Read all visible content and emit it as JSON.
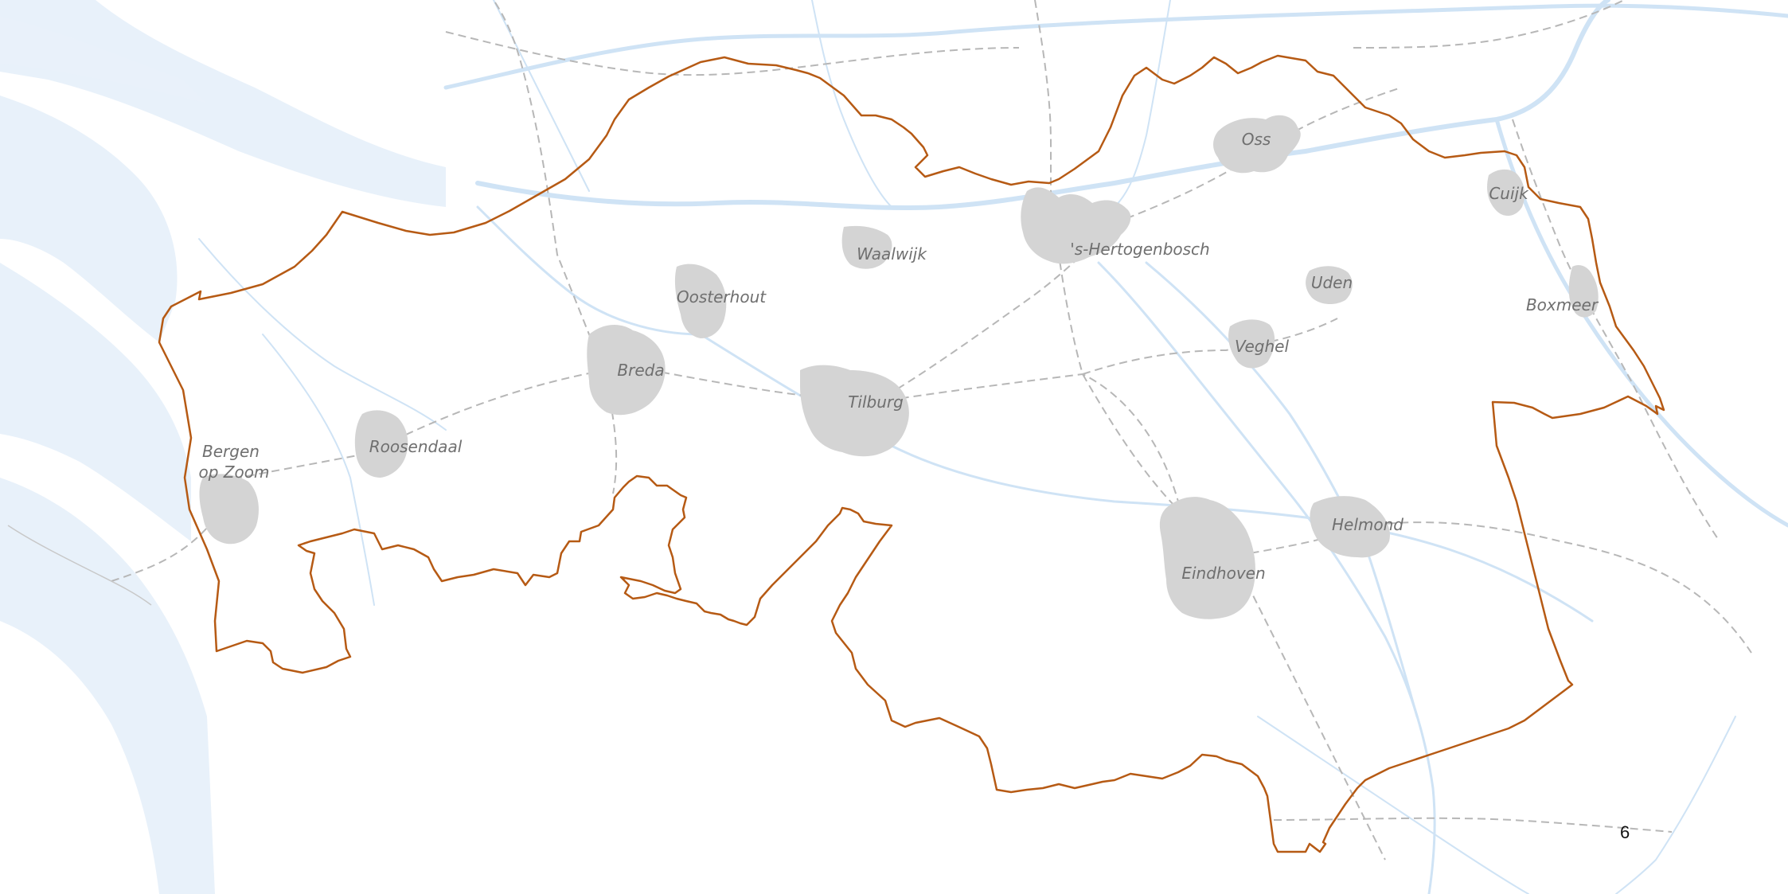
{
  "page": {
    "number": "6"
  },
  "colors": {
    "background": "#ffffff",
    "water": "#e8f1fa",
    "river": "#cfe3f5",
    "stream": "#d6e7f6",
    "boundary": "#b65a14",
    "urban_area": "#d4d4d4",
    "railway": "#b7b7b7",
    "label": "#6f6f6f"
  },
  "map": {
    "region": "North Brabant province boundary",
    "cities": [
      {
        "id": "oss",
        "name": "Oss"
      },
      {
        "id": "cuijk",
        "name": "Cuijk"
      },
      {
        "id": "waalwijk",
        "name": "Waalwijk"
      },
      {
        "id": "s-hertogenbosch",
        "name": "'s-Hertogenbosch"
      },
      {
        "id": "uden",
        "name": "Uden"
      },
      {
        "id": "oosterhout",
        "name": "Oosterhout"
      },
      {
        "id": "boxmeer",
        "name": "Boxmeer"
      },
      {
        "id": "veghel",
        "name": "Veghel"
      },
      {
        "id": "breda",
        "name": "Breda"
      },
      {
        "id": "tilburg",
        "name": "Tilburg"
      },
      {
        "id": "roosendaal",
        "name": "Roosendaal"
      },
      {
        "id": "bergen-op-zoom",
        "name": "Bergen op Zoom",
        "lines": [
          "Bergen",
          "op Zoom"
        ]
      },
      {
        "id": "helmond",
        "name": "Helmond"
      },
      {
        "id": "eindhoven",
        "name": "Eindhoven"
      }
    ]
  }
}
